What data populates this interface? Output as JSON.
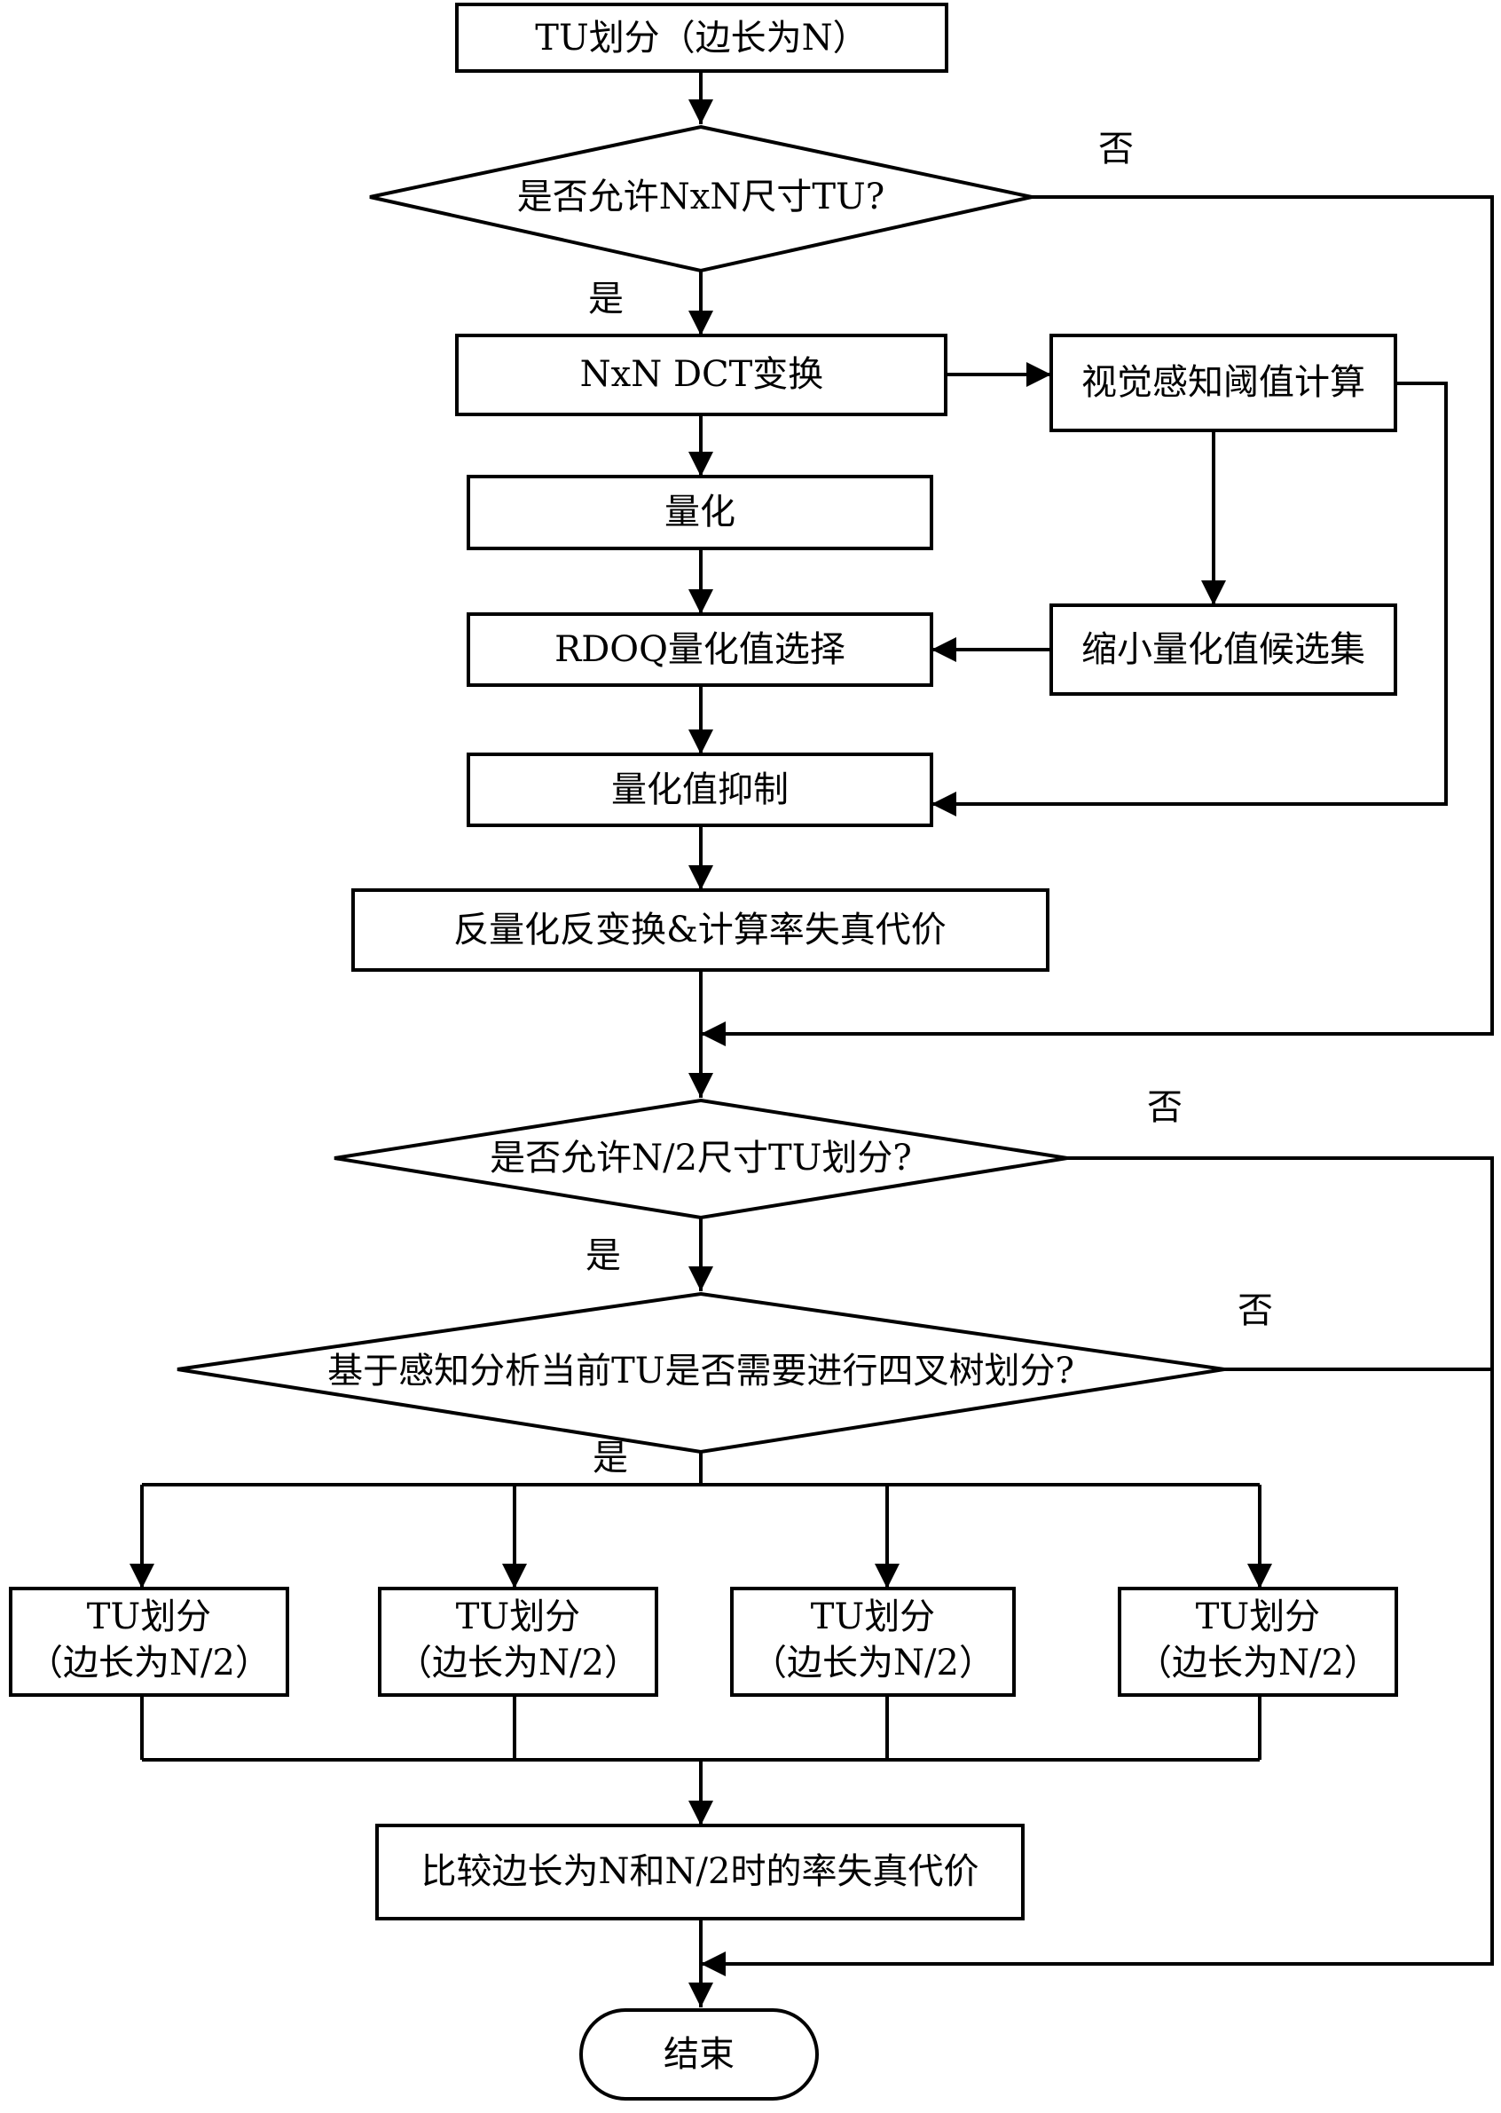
{
  "nodes": {
    "start": "TU划分（边长为N）",
    "decision_nxn": "是否允许NxN尺寸TU?",
    "dct": "NxN DCT变换",
    "jnd": "视觉感知阈值计算",
    "quant": "量化",
    "rdoq": "RDOQ量化值选择",
    "shrink": "缩小量化值候选集",
    "suppress": "量化值抑制",
    "dequant": "反量化反变换&计算率失真代价",
    "decision_half": "是否允许N/2尺寸TU划分?",
    "decision_quad": "基于感知分析当前TU是否需要进行四叉树划分?",
    "sub_tu": [
      {
        "line1": "TU划分",
        "line2": "（边长为N/2）"
      },
      {
        "line1": "TU划分",
        "line2": "（边长为N/2）"
      },
      {
        "line1": "TU划分",
        "line2": "（边长为N/2）"
      },
      {
        "line1": "TU划分",
        "line2": "（边长为N/2）"
      }
    ],
    "compare": "比较边长为N和N/2时的率失真代价",
    "end": "结束"
  },
  "edge_labels": {
    "yes": "是",
    "no": "否"
  }
}
